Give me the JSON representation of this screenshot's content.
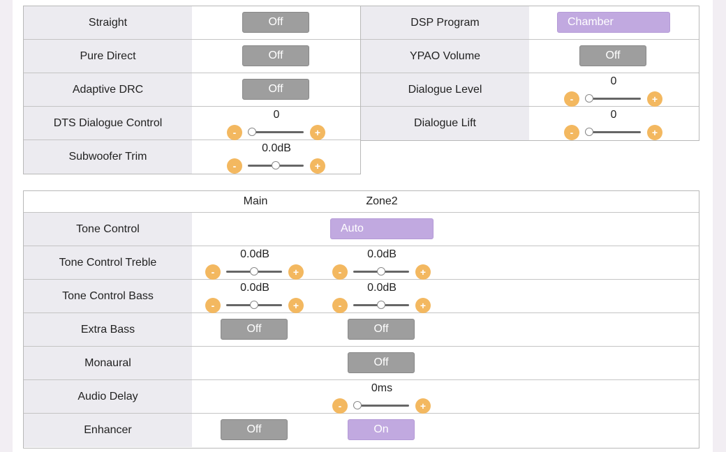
{
  "top": {
    "left_rows": [
      {
        "label": "Straight",
        "button": "Off"
      },
      {
        "label": "Pure Direct",
        "button": "Off"
      },
      {
        "label": "Adaptive DRC",
        "button": "Off"
      },
      {
        "label": "DTS Dialogue Control",
        "value": "0",
        "level": 0.0
      },
      {
        "label": "Subwoofer Trim",
        "value": "0.0dB",
        "level": 0.5
      }
    ],
    "right_rows": [
      {
        "label": "DSP Program",
        "button": "Chamber"
      },
      {
        "label": "YPAO Volume",
        "button": "Off"
      },
      {
        "label": "Dialogue Level",
        "value": "0",
        "level": 0.0
      },
      {
        "label": "Dialogue Lift",
        "value": "0",
        "level": 0.0
      }
    ]
  },
  "bottom": {
    "headers": {
      "main": "Main",
      "zone2": "Zone2"
    },
    "rows": [
      {
        "label": "Tone Control",
        "shared_button": "Auto"
      },
      {
        "label": "Tone Control Treble",
        "main_value": "0.0dB",
        "main_level": 0.5,
        "zone2_value": "0.0dB",
        "zone2_level": 0.5
      },
      {
        "label": "Tone Control Bass",
        "main_value": "0.0dB",
        "main_level": 0.5,
        "zone2_value": "0.0dB",
        "zone2_level": 0.5
      },
      {
        "label": "Extra Bass",
        "main_button": "Off",
        "zone2_button": "Off"
      },
      {
        "label": "Monaural",
        "zone2_button": "Off"
      },
      {
        "label": "Audio Delay",
        "zone2_value": "0ms",
        "zone2_level": 0.0
      },
      {
        "label": "Enhancer",
        "main_button": "Off",
        "zone2_button": "On"
      }
    ]
  },
  "controls": {
    "minus": "-",
    "plus": "+"
  },
  "colors": {
    "button_off": "#9e9e9e",
    "button_on": "#c1a9e0",
    "stepper": "#f3b860",
    "label_bg": "#ecebf0"
  }
}
